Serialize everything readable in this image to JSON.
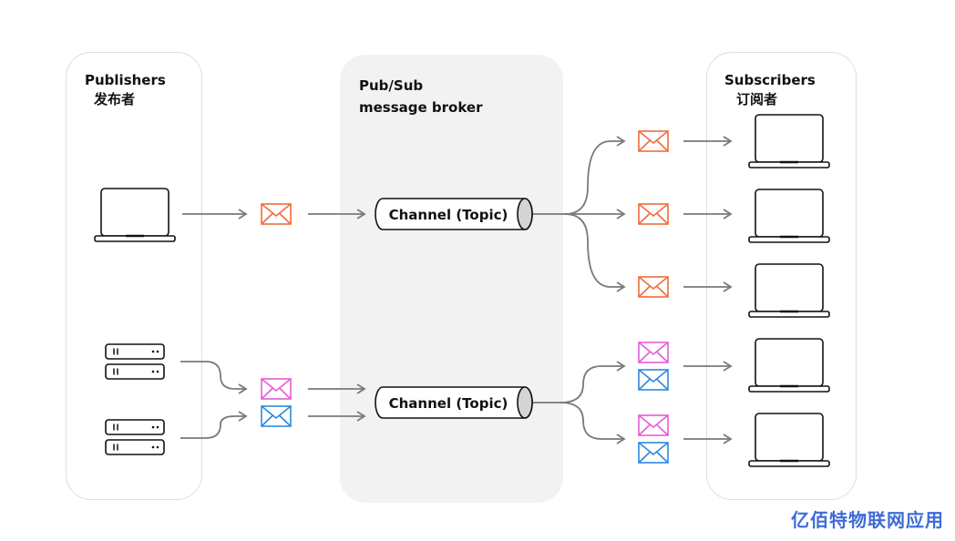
{
  "publishers": {
    "title": "Publishers",
    "subtitle": "发布者"
  },
  "broker": {
    "line1": "Pub/Sub",
    "line2": "message broker"
  },
  "subscribers": {
    "title": "Subscribers",
    "subtitle": "订阅者"
  },
  "channels": [
    {
      "label": "Channel (Topic)"
    },
    {
      "label": "Channel (Topic)"
    }
  ],
  "watermark": "亿佰特物联网应用",
  "colors": {
    "orange": "#f26c3a",
    "magenta": "#e85bd9",
    "blue": "#2b8ae0",
    "arrow": "#7a7a7a",
    "stroke": "#111111"
  }
}
